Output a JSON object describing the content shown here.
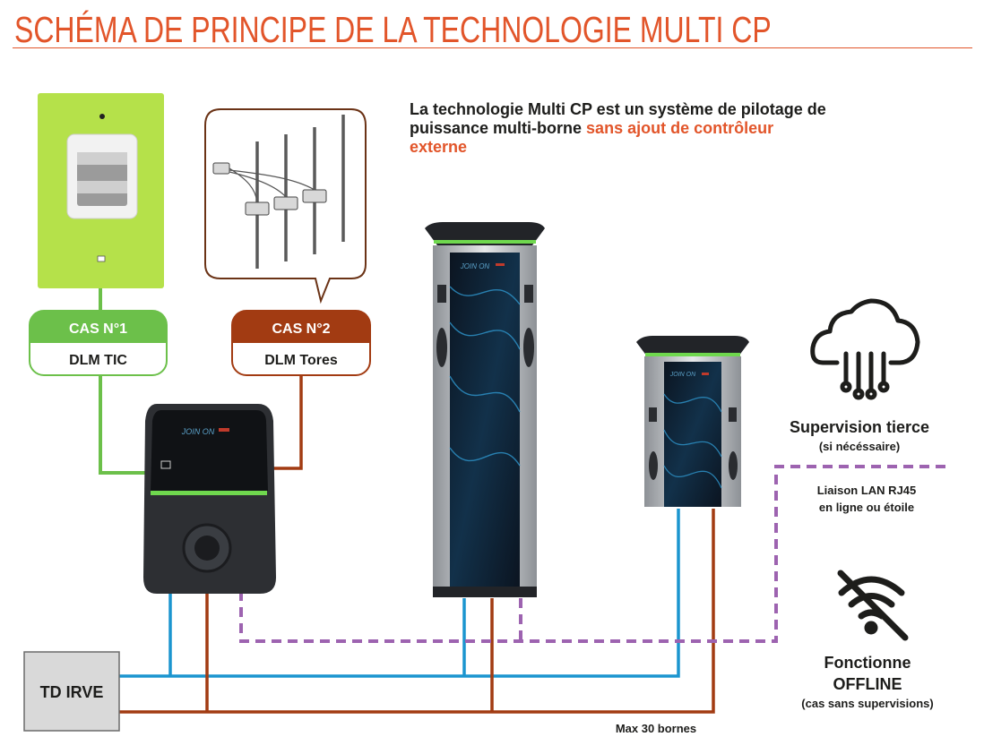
{
  "title": "SCHÉMA DE PRINCIPE DE LA TECHNOLOGIE MULTI CP",
  "intro": {
    "lead": "La technologie Multi CP est un système de pilotage de puissance multi-borne ",
    "highlight": "sans ajout de contrôleur externe"
  },
  "case1": {
    "header": "CAS N°1",
    "label": "DLM TIC"
  },
  "case2": {
    "header": "CAS N°2",
    "label": "DLM Tores"
  },
  "td": {
    "label": "TD IRVE"
  },
  "supervision": {
    "title": "Supervision tierce",
    "subtitle": "(si nécéssaire)"
  },
  "lan": {
    "line1": "Liaison LAN RJ45",
    "line2": "en ligne ou étoile"
  },
  "offline": {
    "line1": "Fonctionne",
    "line2": "OFFLINE",
    "line3": "(cas sans supervisions)"
  },
  "max_note": "Max 30 bornes",
  "brand": {
    "logo": "JOIN ON"
  },
  "colors": {
    "accent": "#e2552a",
    "green": "#6cc04a",
    "brown": "#a23b12",
    "blue": "#1b95cf",
    "purple": "#9d63b0",
    "meter": "#b5e14a"
  }
}
